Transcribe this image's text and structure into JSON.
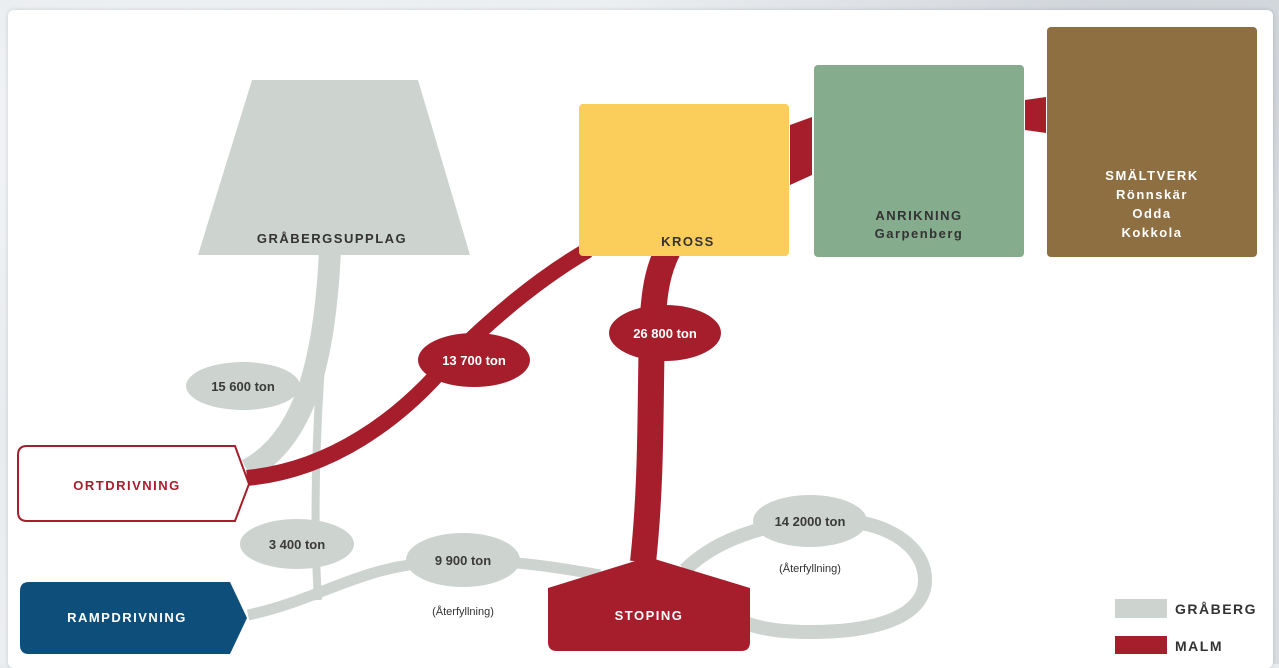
{
  "nodes": {
    "grabergsupplag": "GRÅBERGSUPPLAG",
    "kross": "KROSS",
    "anrikning_title": "ANRIKNING",
    "anrikning_sub": "Garpenberg",
    "smaltverk_title": "SMÄLTVERK",
    "smaltverk_line1": "Rönnskär",
    "smaltverk_line2": "Odda",
    "smaltverk_line3": "Kokkola",
    "ortdrivning": "ORTDRIVNING",
    "rampdrivning": "RAMPDRIVNING",
    "stoping": "STOPING"
  },
  "flows": {
    "waste_to_dump": "15 600 ton",
    "ore_ort_to_kross": "13 700 ton",
    "ore_stoping_to_kross": "26 800 ton",
    "waste_ramp": "3 400 ton",
    "backfill_ramp": "9 900 ton",
    "backfill_ramp_note": "(Återfyllning)",
    "backfill_loop": "14 2000 ton",
    "backfill_loop_note": "(Återfyllning)"
  },
  "legend": {
    "waste": "GRÅBERG",
    "ore": "MALM"
  },
  "colors": {
    "waste": "#cdd3cf",
    "ore": "#a61e2b",
    "kross": "#fbcd5a",
    "anrikning": "#86ac8e",
    "smaltverk": "#8d6f42",
    "rampdrivning": "#0d4f7a"
  }
}
